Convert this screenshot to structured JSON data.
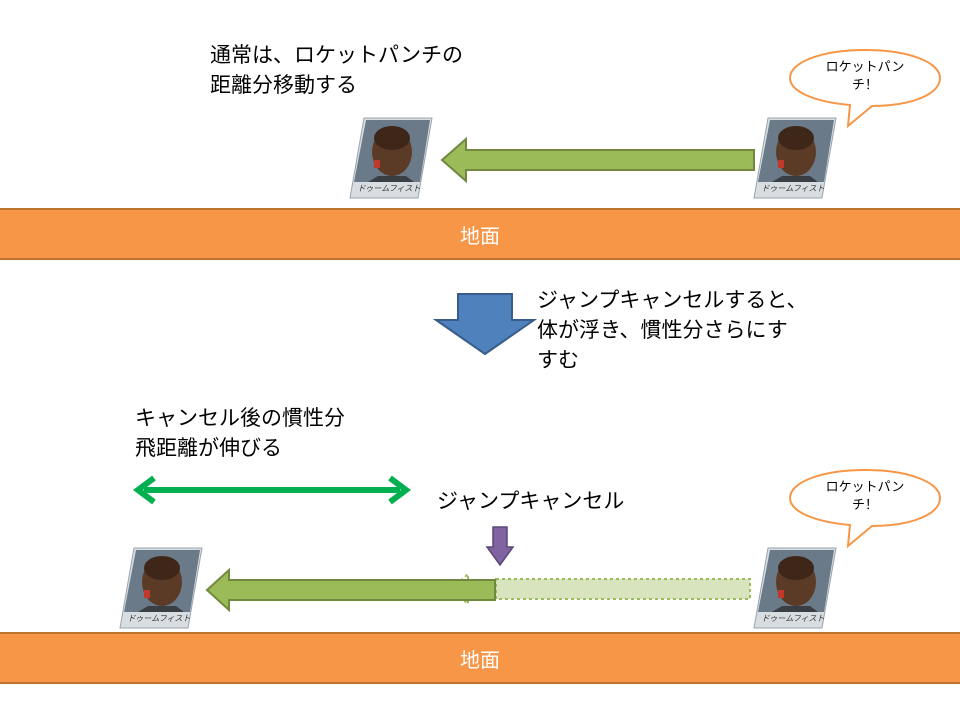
{
  "top": {
    "caption_line1": "通常は、ロケットパンチの",
    "caption_line2": "距離分移動する",
    "bubble_line1": "ロケットパン",
    "bubble_line2": "チ！",
    "ground_label": "地面"
  },
  "middle": {
    "caption_line1": "ジャンプキャンセルすると、",
    "caption_line2": "体が浮き、慣性分さらにす",
    "caption_line3": "すむ"
  },
  "bottom": {
    "inertia_line1": "キャンセル後の慣性分",
    "inertia_line2": "飛距離が伸びる",
    "jump_cancel_label": "ジャンプキャンセル",
    "bubble_line1": "ロケットパン",
    "bubble_line2": "チ！",
    "ground_label": "地面"
  },
  "portrait": {
    "card_label": "ドゥームフィスト"
  },
  "colors": {
    "ground": "#f79646",
    "arrow_green": "#9bbb59",
    "arrow_green_light": "#d7e4bd",
    "double_arrow": "#00b050",
    "down_arrow_blue": "#4f81bd",
    "small_arrow_purple": "#8064a2",
    "bubble_stroke": "#f79646"
  }
}
